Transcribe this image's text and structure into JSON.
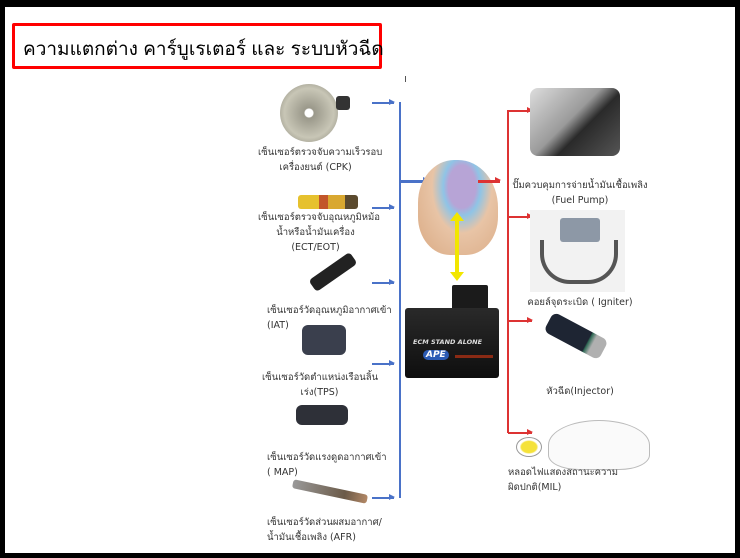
{
  "title": "ความแตกต่าง คาร์บูเรเตอร์ และ ระบบหัวฉีด",
  "inputs": [
    {
      "id": "cpk",
      "line1": "เซ็นเซอร์ตรวจจับความเร็วรอบ",
      "line2": "เครื่องยนต์ (CPK)"
    },
    {
      "id": "ect",
      "line1": "เซ็นเซอร์ตรวจจับอุณหภูมิหม้อ",
      "line2": "น้ำหรือน้ำมันเครื่อง",
      "line3": "(ECT/EOT)"
    },
    {
      "id": "iat",
      "line1": "เซ็นเซอร์วัดอุณหภูมิอากาศเข้า",
      "line2": "(IAT)"
    },
    {
      "id": "tps",
      "line1": "เซ็นเซอร์วัดตำแหน่งเรือนลิ้น",
      "line2": "เร่ง(TPS)"
    },
    {
      "id": "map",
      "line1": "เซ็นเซอร์วัดแรงดูดอากาศเข้า",
      "line2": "( MAP)"
    },
    {
      "id": "afr",
      "line1": "เซ็นเซอร์วัดส่วนผสมอากาศ/",
      "line2": "น้ำมันเชื้อเพลิง (AFR)"
    }
  ],
  "outputs": [
    {
      "id": "fuel",
      "line1": "ปั๊มควบคุมการจ่ายน้ำมันเชื้อเพลิง",
      "line2": "(Fuel Pump)"
    },
    {
      "id": "igniter",
      "line1": "คอยล์จุดระเบิด ( Igniter)"
    },
    {
      "id": "injector",
      "line1": "หัวฉีด(Injector)"
    },
    {
      "id": "mil",
      "line1": "หลอดไฟแสดงสถานะความ",
      "line2": "ผิดปกติ(MIL)"
    }
  ],
  "ecm": {
    "label": "ECM STAND ALONE",
    "brand": "APE"
  },
  "colors": {
    "input_line": "#4a72c8",
    "output_line": "#d33333",
    "title_border": "#ff0000",
    "bidir_arrow": "#f2e600"
  }
}
